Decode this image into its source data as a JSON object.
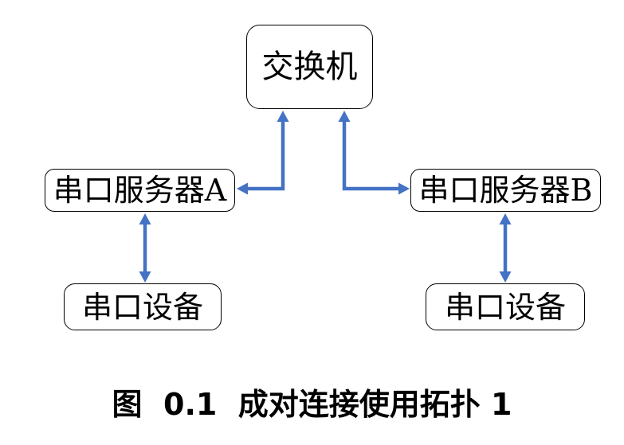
{
  "figure": {
    "caption": "图  0.1  成对连接使用拓扑 1",
    "nodes": {
      "switch": {
        "label": "交换机"
      },
      "server_a": {
        "label": "串口服务器A"
      },
      "server_b": {
        "label": "串口服务器B"
      },
      "device_left": {
        "label": "串口设备"
      },
      "device_right": {
        "label": "串口设备"
      }
    },
    "edges": [
      {
        "from": "switch",
        "to": "server_a",
        "style": "elbow",
        "bidirectional": true
      },
      {
        "from": "switch",
        "to": "server_b",
        "style": "elbow",
        "bidirectional": true
      },
      {
        "from": "server_a",
        "to": "device_left",
        "style": "straight",
        "bidirectional": true
      },
      {
        "from": "server_b",
        "to": "device_right",
        "style": "straight",
        "bidirectional": true
      }
    ],
    "colors": {
      "arrow": "#4472C4",
      "box_border": "#000000",
      "text": "#000000",
      "background": "#FFFFFF"
    }
  }
}
